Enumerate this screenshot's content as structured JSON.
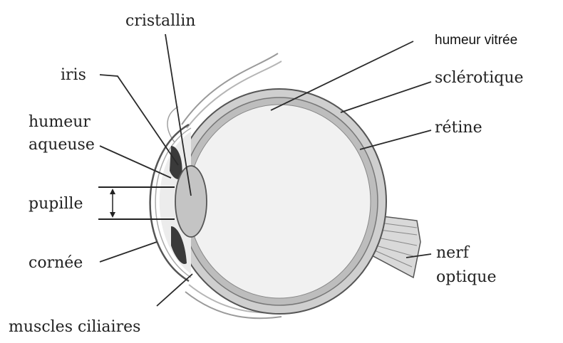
{
  "labels": {
    "cristallin": "cristallin",
    "humeur_vitree": "humeur vitrée",
    "iris": "iris",
    "sclerotique": "sclérotique",
    "humeur_aqueuse_1": "humeur",
    "humeur_aqueuse_2": "aqueuse",
    "retine": "rétine",
    "pupille": "pupille",
    "cornee": "cornée",
    "nerf_optique_1": "nerf",
    "nerf_optique_2": "optique",
    "muscles_ciliaires": "muscles ciliaires"
  }
}
